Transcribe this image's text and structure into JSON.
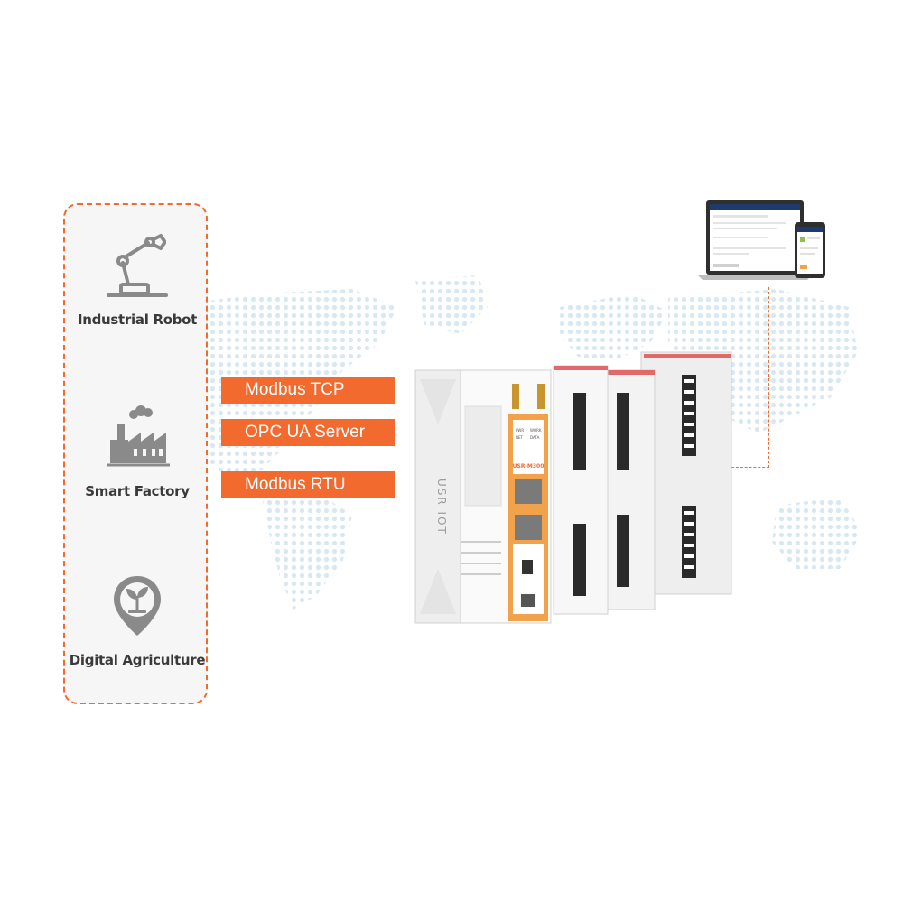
{
  "applications": [
    {
      "label": "Industrial Robot",
      "icon": "robot-arm-icon"
    },
    {
      "label": "Smart Factory",
      "icon": "factory-icon"
    },
    {
      "label": "Digital Agriculture",
      "icon": "sprout-icon"
    }
  ],
  "protocols": [
    "Modbus TCP",
    "OPC UA Server",
    "Modbus RTU"
  ],
  "device": {
    "brand": "USR IOT",
    "model": "USR-M300",
    "leds": [
      "PWR",
      "WORK",
      "NET",
      "DATA"
    ]
  },
  "colors": {
    "accent": "#f26a2e",
    "panel_bg": "#f6f6f6",
    "icon_gray": "#8a8a8a",
    "text_dark": "#3a3a3a",
    "map_dots": "#d7e8f2"
  }
}
